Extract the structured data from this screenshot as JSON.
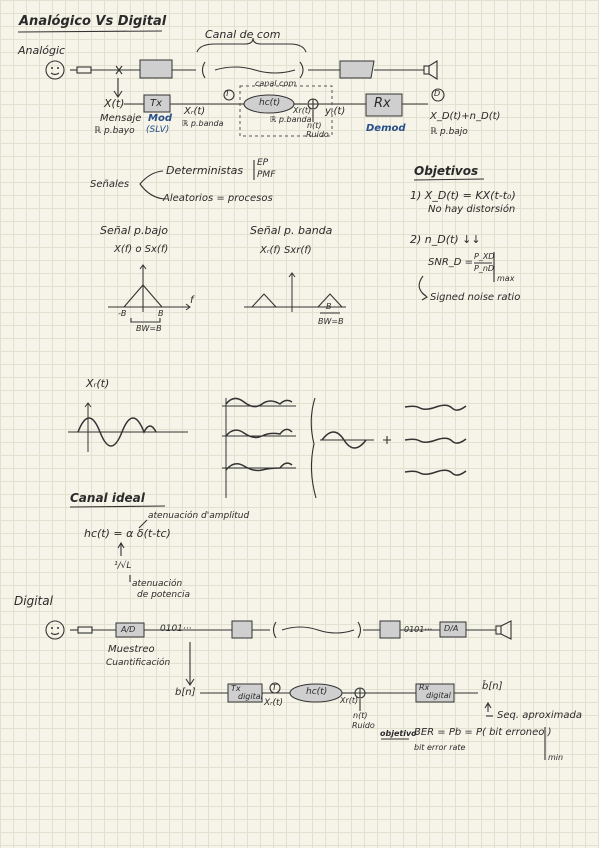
{
  "title": "Analógico Vs Digital",
  "analog": {
    "label": "Analógic",
    "canal_de_com": "Canal de com",
    "canal_com": "canal com",
    "x_t": "X(t)",
    "mensaje": "Mensaje",
    "r_playo": "ℝ p.bayo",
    "tx": "Tx",
    "mod": "Mod",
    "slv": "(SLV)",
    "xr_t": "Xᵣ(t)",
    "r_p_banda": "ℝ p.banda",
    "hc": "hc(t)",
    "xr_small": "Xr(t)",
    "r_p_banda2": "ℝ p.banda",
    "n_t": "n(t)",
    "ruido": "Ruido",
    "yr": "yᵣ(t)",
    "rx": "Rx",
    "demod": "Demod",
    "xd_nd": "X_D(t)+n_D(t)",
    "r_p_bajo": "ℝ p.bajo",
    "circle1": "T",
    "circle2": "D"
  },
  "senales": {
    "label": "Señales",
    "deterministas": "Deterministas",
    "ep": "EP",
    "pmf": "PMF",
    "aleatorios": "Aleatorios = procesos"
  },
  "objetivos": {
    "title": "Objetivos",
    "item1": "1)  X_D(t) = KX(t-t₀)",
    "item1b": "No hay distorsión",
    "item2": "2)  n_D(t) ↓↓",
    "snr": "SNR_D =",
    "num": "P_XD",
    "den": "P_nD",
    "max": "max",
    "signed": "Signed noise ratio"
  },
  "spectra": {
    "bajo_title": "Señal p.bajo",
    "bajo_sub": "X(f) o Sx(f)",
    "bajo_neg": "-B",
    "bajo_pos": "B",
    "bajo_f": "f",
    "bajo_bw": "BW=B",
    "banda_title": "Señal p. banda",
    "banda_sub": "Xᵣ(f)   Sxr(f)",
    "banda_b": "B",
    "banda_bw": "BW=B"
  },
  "wave": {
    "label": "Xᵣ(t)"
  },
  "canal_ideal": {
    "title": "Canal ideal",
    "atenuacion": "atenuación d'amplitud",
    "formula": "hc(t) = α δ(t-tc)",
    "sqrtl": "¹/√L",
    "atenuacion_pot": "atenuación",
    "de_potencia": "de potencia"
  },
  "digital": {
    "label": "Digital",
    "ad": "A/D",
    "bits1": "0101···",
    "bits2": "0101···",
    "da": "D/A",
    "muestreo": "Muestreo",
    "cuant": "Cuantificación",
    "bn": "b[n]",
    "tx1": "Tx",
    "tx2": "digital",
    "circle": "T",
    "xr": "Xᵣ(t)",
    "hc": "hc(t)",
    "xr_small": "Xr(t)",
    "n_t": "n(t)",
    "ruido": "Ruido",
    "rx1": "Rx",
    "rx2": "digital",
    "bn_hat": "b̂[n]",
    "seq": "Seq. aproximada",
    "objetivo": "objetivo",
    "ber": "BER = Pb = P( bit erroneo )",
    "bit_error": "bit error rate",
    "min": "min"
  }
}
